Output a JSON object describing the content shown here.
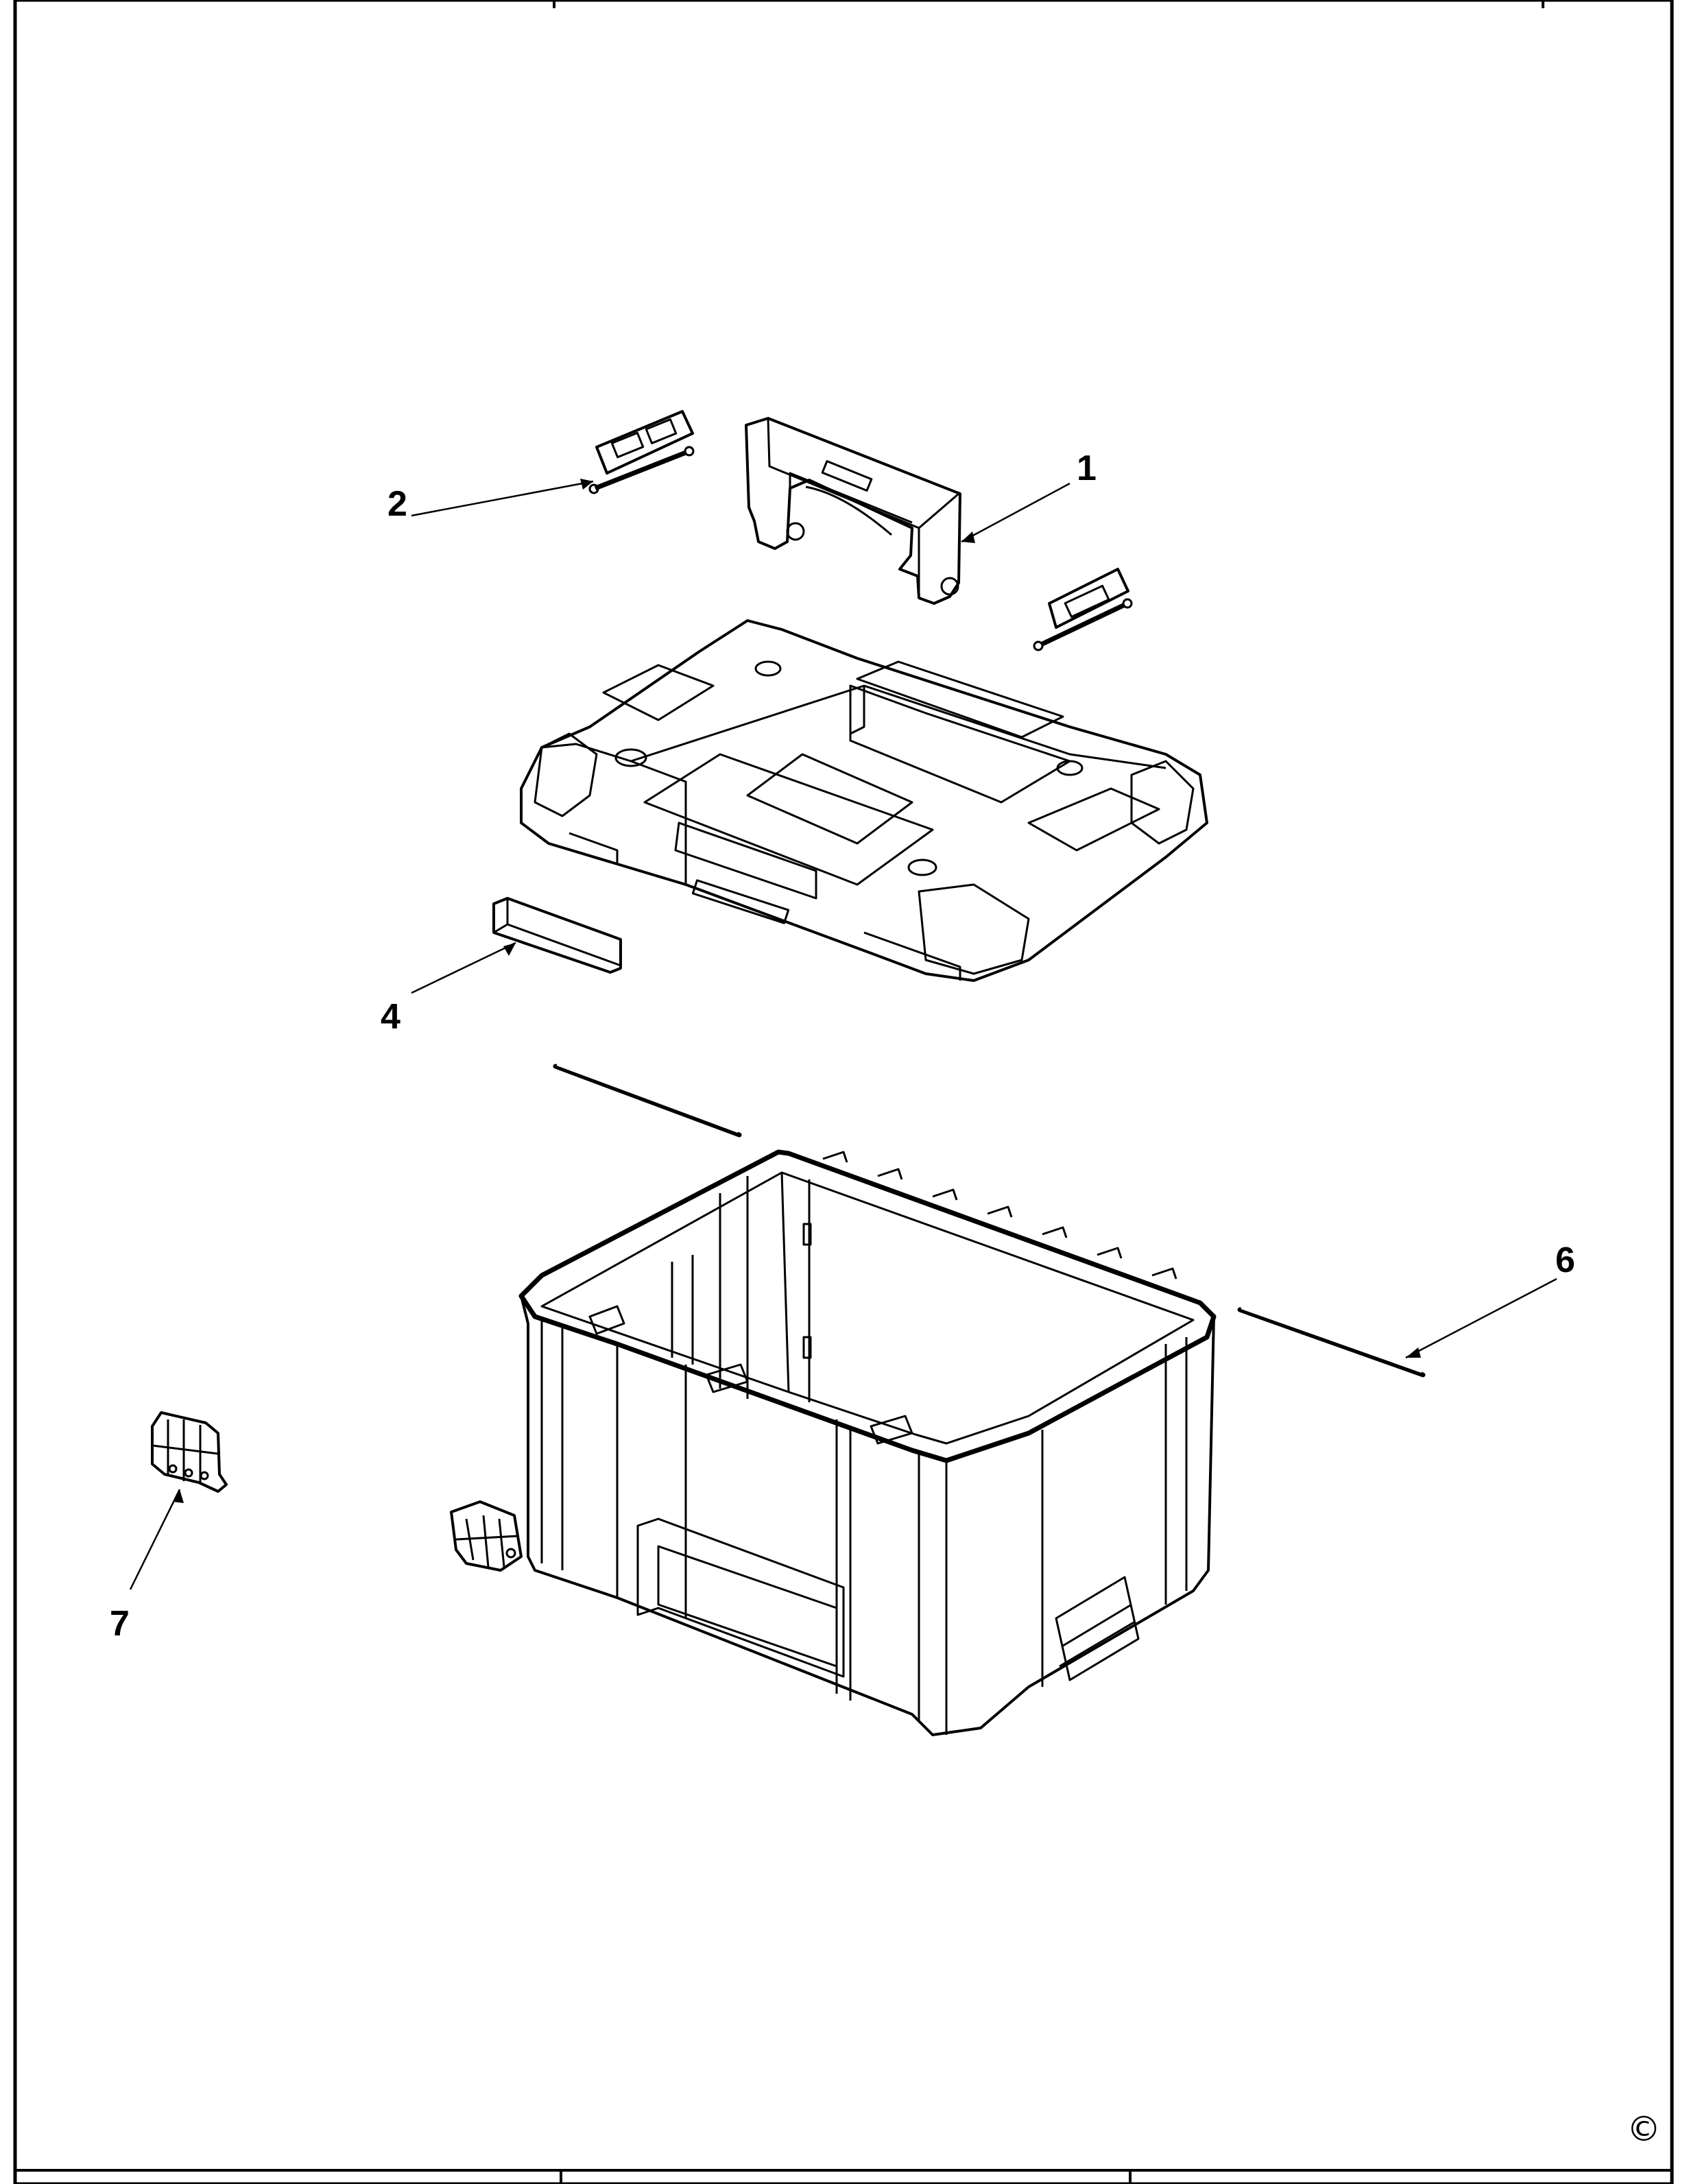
{
  "callouts": [
    {
      "id": "1",
      "text": "1"
    },
    {
      "id": "2",
      "text": "2"
    },
    {
      "id": "4",
      "text": "4"
    },
    {
      "id": "6",
      "text": "6"
    },
    {
      "id": "7",
      "text": "7"
    }
  ],
  "copyright_symbol": "©",
  "icons": [
    "handle",
    "latch-hinge",
    "lid",
    "label-plate",
    "hinge-pin",
    "box-body",
    "side-latch"
  ]
}
